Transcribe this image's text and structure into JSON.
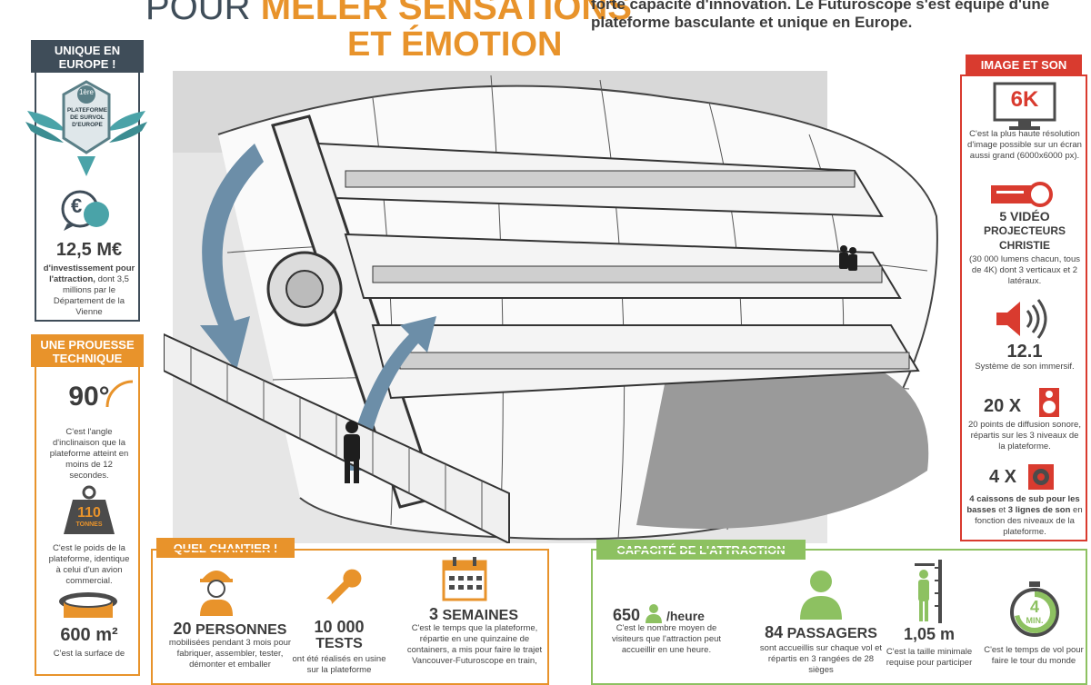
{
  "colors": {
    "orange": "#e8932b",
    "red": "#d93b2f",
    "green": "#8dc161",
    "slate": "#3f4d59",
    "gray": "#4b4b4b"
  },
  "headline": {
    "line1_prefix": "POUR",
    "line1_accent": "MÊLER SENSATIONS",
    "line2": "ET ÉMOTION",
    "right_line1": "forte capacité d'innovation. Le Futuroscope s'est équipé d'une",
    "right_line2": "plateforme basculante et unique en Europe."
  },
  "left_top": {
    "tag": "UNIQUE EN EUROPE !",
    "badge_rank": "1ère",
    "badge_text": "PLATEFORME DE SURVOL D'EUROPE",
    "euro_symbol": "€",
    "amount": "12,5 M€",
    "desc_bold": "d'investissement pour l'attraction,",
    "desc_rest": "dont 3,5 millions par le Département de la Vienne"
  },
  "left_bottom": {
    "tag": "UNE PROUESSE TECHNIQUE",
    "angle": "90°",
    "angle_desc": "C'est l'angle d'inclinaison que la plateforme atteint en moins de 12 secondes.",
    "weight_value": "110",
    "weight_unit": "TONNES",
    "weight_desc": "C'est le poids de la plateforme, identique à celui d'un avion commercial.",
    "area_value": "600 m²",
    "area_desc": "C'est la surface de"
  },
  "image_son": {
    "tag": "IMAGE ET SON",
    "res_value": "6K",
    "res_desc": "C'est la plus haute résolution d'image possible sur un écran aussi grand (6000x6000 px).",
    "proj_line1": "5 VIDÉO",
    "proj_line2": "PROJECTEURS",
    "proj_line3": "CHRISTIE",
    "proj_desc": "(30 000 lumens chacun, tous de 4K) dont 3 verticaux et 2 latéraux.",
    "sound_value": "12.1",
    "sound_desc": "Système de son immersif.",
    "speakers_value": "20 X",
    "speakers_desc": "20 points de diffusion sonore, répartis sur les 3 niveaux de la plateforme.",
    "subs_value": "4 X",
    "subs_bold1": "4 caissons de sub pour les basses",
    "subs_mid": " et ",
    "subs_bold2": "3 lignes de son",
    "subs_rest": " en fonction des niveaux de la plateforme."
  },
  "chantier": {
    "tag": "QUEL CHANTIER !",
    "people_num": "20",
    "people_word": "PERSONNES",
    "people_desc": "mobilisées pendant 3 mois pour fabriquer, assembler, tester, démonter et emballer",
    "tests_num": "10 000",
    "tests_word": "TESTS",
    "tests_desc": "ont été réalisés en usine sur la plateforme",
    "weeks_num": "3",
    "weeks_word": "SEMAINES",
    "weeks_desc": "C'est le temps que la plateforme, répartie en une quinzaine de containers, a mis pour faire le trajet Vancouver-Futuroscope en train,"
  },
  "capacite": {
    "tag": "CAPACITÉ DE L'ATTRACTION",
    "visitors_num": "650",
    "visitors_unit": "/heure",
    "visitors_desc": "C'est le nombre moyen de visiteurs que l'attraction peut accueillir en une heure.",
    "passengers_num": "84",
    "passengers_word": "PASSAGERS",
    "passengers_desc": "sont accueillis sur chaque vol et répartis en 3 rangées de 28 sièges",
    "height_value": "1,05 m",
    "height_desc": "C'est la taille minimale requise pour participer",
    "time_value": "4",
    "time_unit": "MIN.",
    "time_desc": "C'est le temps de vol pour faire le tour du monde"
  }
}
